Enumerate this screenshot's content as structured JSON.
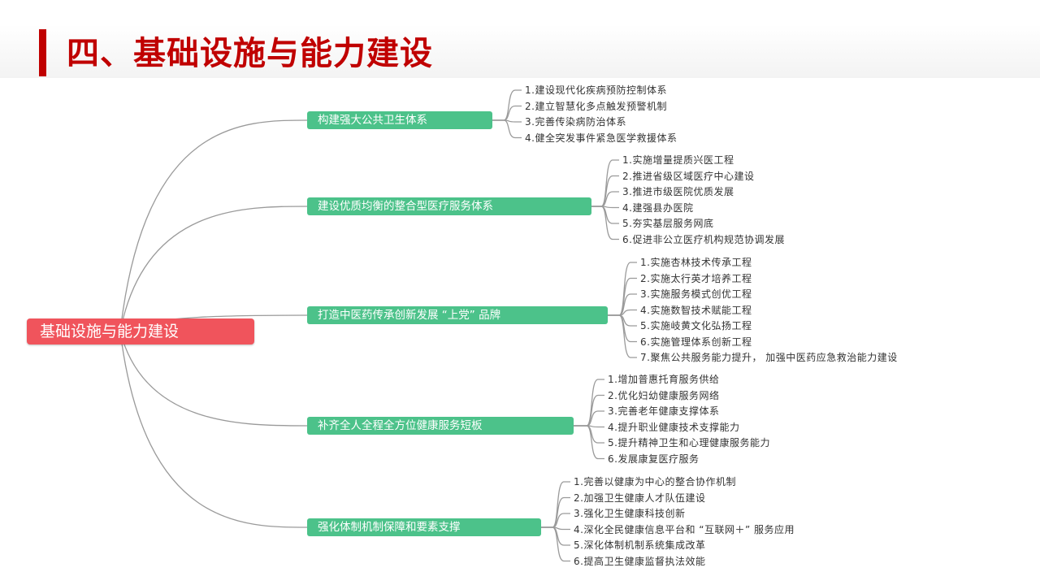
{
  "page": {
    "title": "四、基础设施与能力建设"
  },
  "mindmap": {
    "root": "基础设施与能力建设",
    "branches": [
      {
        "label": "构建强大公共卫生体系",
        "items": [
          "1.建设现代化疾病预防控制体系",
          "2.建立智慧化多点触发预警机制",
          "3.完善传染病防治体系",
          "4.健全突发事件紧急医学救援体系"
        ]
      },
      {
        "label": "建设优质均衡的整合型医疗服务体系",
        "items": [
          "1.实施增量提质兴医工程",
          "2.推进省级区域医疗中心建设",
          "3.推进市级医院优质发展",
          "4.建强县办医院",
          "5.夯实基层服务网底",
          "6.促进非公立医疗机构规范协调发展"
        ]
      },
      {
        "label": "打造中医药传承创新发展 “上党” 品牌",
        "items": [
          "1.实施杏林技术传承工程",
          "2.实施太行英才培养工程",
          "3.实施服务模式创优工程",
          "4.实施数智技术赋能工程",
          "5.实施岐黄文化弘扬工程",
          "6.实施管理体系创新工程",
          "7.聚焦公共服务能力提升， 加强中医药应急救治能力建设"
        ]
      },
      {
        "label": "补齐全人全程全方位健康服务短板",
        "items": [
          "1.增加普惠托育服务供给",
          "2.优化妇幼健康服务网络",
          "3.完善老年健康支撑体系",
          "4.提升职业健康技术支撑能力",
          "5.提升精神卫生和心理健康服务能力",
          "6.发展康复医疗服务"
        ]
      },
      {
        "label": "强化体制机制保障和要素支撑",
        "items": [
          "1.完善以健康为中心的整合协作机制",
          "2.加强卫生健康人才队伍建设",
          "3.强化卫生健康科技创新",
          "4.深化全民健康信息平台和 “互联网＋” 服务应用",
          "5.深化体制机制系统集成改革",
          "6.提高卫生健康监督执法效能"
        ]
      }
    ]
  },
  "colors": {
    "title": "#c00000",
    "root": "#f0545c",
    "branch": "#4cc28a",
    "line": "#9a9a9a"
  }
}
